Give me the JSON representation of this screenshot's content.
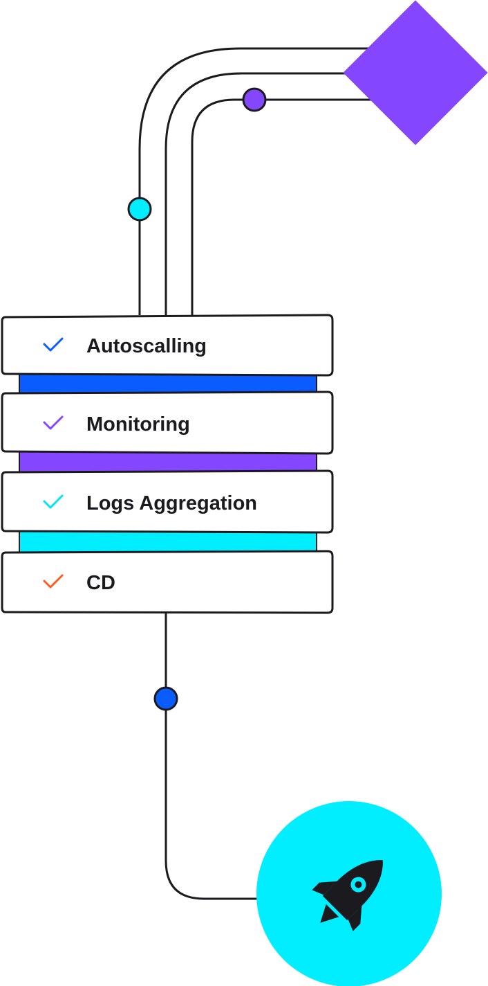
{
  "stack": {
    "items": [
      {
        "label": "Autoscalling",
        "check_color": "#0a5cff",
        "band_color": "#0a5cff"
      },
      {
        "label": "Monitoring",
        "check_color": "#8447ff",
        "band_color": "#8447ff"
      },
      {
        "label": "Logs Aggregation",
        "check_color": "#00e5f5",
        "band_color": "#00eeff"
      },
      {
        "label": "CD",
        "check_color": "#ff5a1f",
        "band_color": ""
      }
    ]
  },
  "colors": {
    "line": "#1a1a1f",
    "diamond": "#8447ff",
    "node_cyan": "#00eeff",
    "node_purple": "#8447ff",
    "node_blue": "#0a5cff",
    "launch_circle": "#00eeff"
  },
  "icons": {
    "source": "diamond-shape",
    "check": "checkmark-icon",
    "launch": "rocket-icon"
  }
}
